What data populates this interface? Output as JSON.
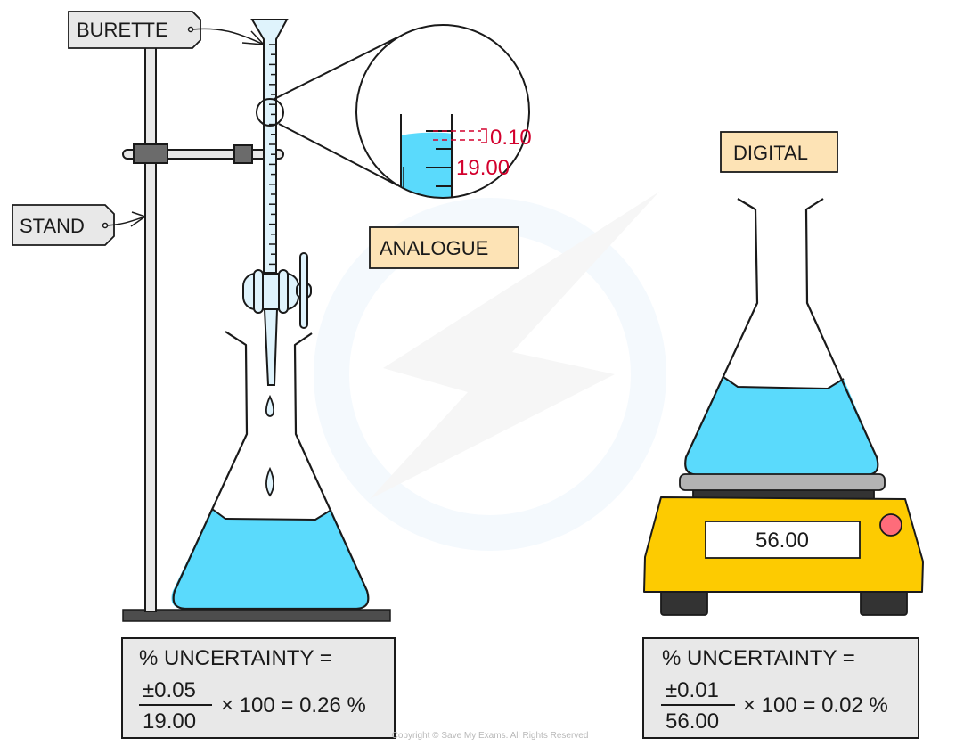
{
  "labels": {
    "burette": "BURETTE",
    "stand": "STAND",
    "analogue": "ANALOGUE",
    "digital": "DIGITAL"
  },
  "zoom_readout": {
    "interval": "0.10",
    "reading": "19.00"
  },
  "balance": {
    "display": "56.00"
  },
  "analogue_equation": {
    "title": "% UNCERTAINTY =",
    "numerator": "±0.05",
    "denominator": "19.00",
    "rest": "× 100 = 0.26 %"
  },
  "digital_equation": {
    "title": "% UNCERTAINTY =",
    "numerator": "±0.01",
    "denominator": "56.00",
    "rest": "× 100 = 0.02 %"
  },
  "copyright": "Copyright © Save My Exams. All Rights Reserved",
  "colors": {
    "liquid": "#5adafc",
    "glass": "#dff3fc",
    "tag_bg": "#e8e8e8",
    "label_bg": "#fde3b5",
    "reading_red": "#d3002d",
    "balance_yellow": "#fdcb01",
    "button_red": "#fe6c7a",
    "dark_grey": "#4d4d4d",
    "pan_grey": "#b3b3b3"
  }
}
